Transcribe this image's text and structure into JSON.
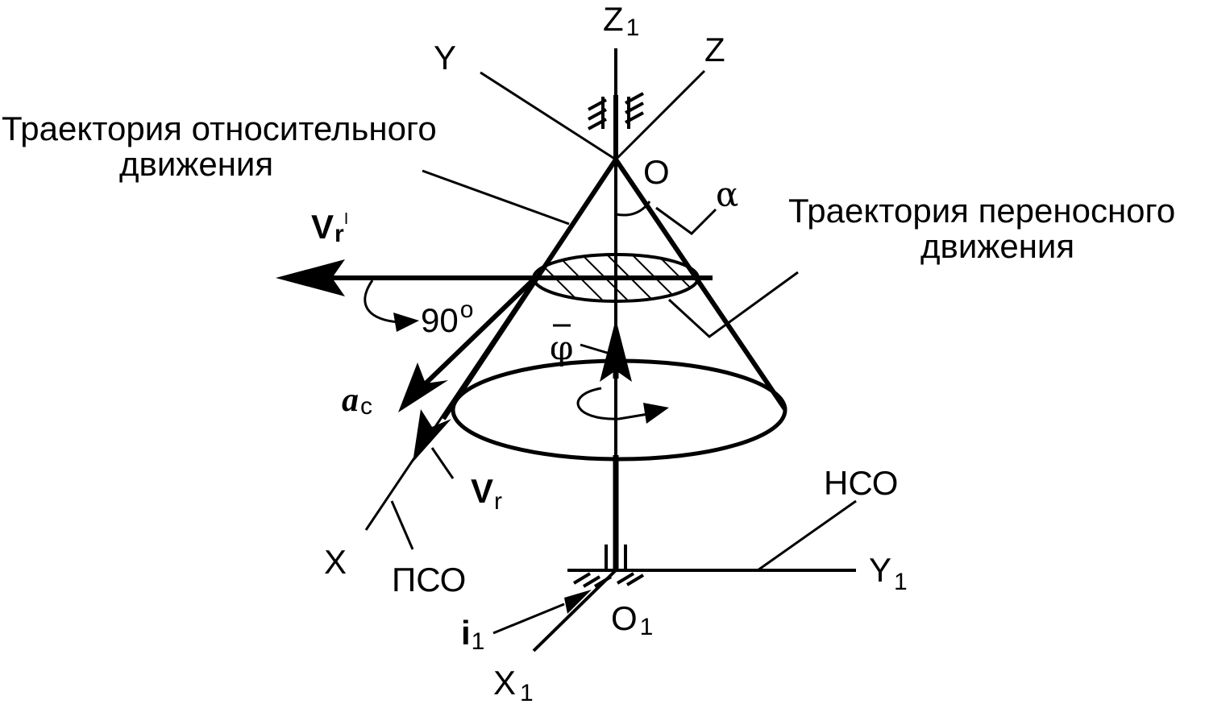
{
  "labels": {
    "z1_axis": "Z",
    "z1_sub": "1",
    "y_axis": "Y",
    "z_axis": "Z",
    "x_axis": "X",
    "y1_axis": "Y",
    "y1_sub": "1",
    "x1_axis": "X",
    "x1_sub": "1",
    "origin_o": "O",
    "origin_o1": "O",
    "origin_o1_sub": "1",
    "alpha": "α",
    "angle_90": "90",
    "angle_90_sup": "o",
    "phi": "φ",
    "vr": "V",
    "vr_sub": "r",
    "vr_prime": "V",
    "vr_prime_sub": "r",
    "vr_prime_sup": "I",
    "ac": "a",
    "ac_sub": "c",
    "i1": "i",
    "i1_sub": "1",
    "nso": "НСО",
    "pso": "ПСО",
    "rel_traj_line1": "Траектория относительного",
    "rel_traj_line2": "движения",
    "trans_traj_line1": "Траектория переносного",
    "trans_traj_line2": "движения"
  },
  "colors": {
    "ink": "#000000",
    "paper": "#ffffff"
  }
}
